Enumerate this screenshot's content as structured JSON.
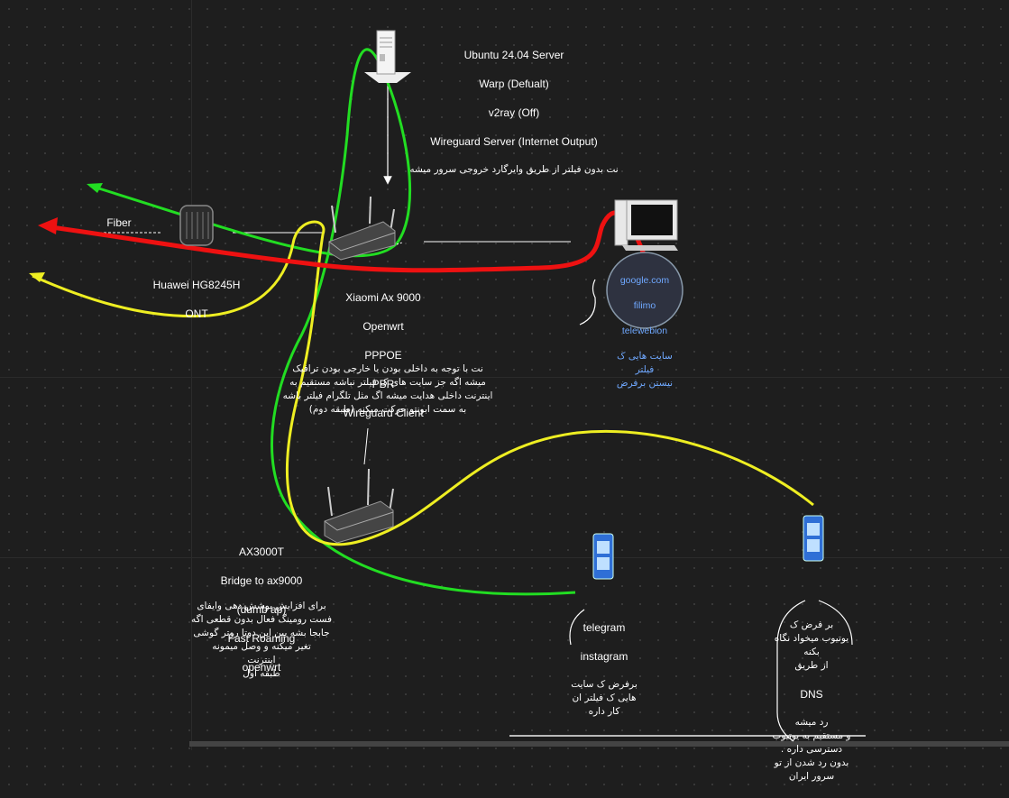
{
  "server": {
    "line1": "Ubuntu 24.04 Server",
    "line2": "Warp (Defualt)",
    "line3": "v2ray (Off)",
    "line4": "Wireguard Server (Internet Output)",
    "note": "نت بدون فیلتر از طریق وایرگارد خروجی سرور میشه"
  },
  "fiber": {
    "label": "Fiber"
  },
  "ont": {
    "line1": "Huawei HG8245H",
    "line2": "ONT"
  },
  "main_router": {
    "line1": "Xiaomi Ax 9000",
    "line2": "Openwrt",
    "line3": "PPPOE",
    "line4": "PBR",
    "line5": "Wireguard Client",
    "note": "نت با توجه به داخلی بودن یا خارجی بودن ترافیک\nمیشه اگه جز سایت های ک فیلتر نباشه مستقیم به\nاینترنت داخلی هدایت میشه اگ مثل تلگرام فیلتر باشه\nبه سمت ابونتو حرکت میکنه (طبقه دوم)"
  },
  "pc": {
    "site1": "google.com",
    "site2": "filimo",
    "site3": "telewebion",
    "note": "سایت هایی ک فیلتر\nنیستن برفرض"
  },
  "ap": {
    "line1": "AX3000T",
    "line2": "Bridge to ax9000",
    "line3": "(dumb ap)",
    "line4": "Fast Roaming",
    "line5": "openwrt",
    "note": "برای افزایش پوشش دهی وایفای\nفست رومینگ فعال بدون قطعی اگه\nجابجا بشه بین این دوتا روتر گوشی\nتغیر میکنه و وصل میمونه\nاینترنت\nطبقه اول"
  },
  "phone1": {
    "line1": "telegram",
    "line2": "instagram",
    "note": "برفرض ک سایت\nهایی ک فیلتر ان\nکار داره"
  },
  "phone2": {
    "note_top": "بر فرض ک\nیوتیوب میخواد نگاه\nبکنه\nاز طریق",
    "dns": "DNS",
    "note_bottom": "رد میشه\nو مستقیم به یوتیوب\nدسترسی داره .\nبدون رد شدن از تو\nسرور ایران"
  },
  "colors": {
    "green": "#22dd22",
    "red": "#ee1111",
    "yellow": "#eeee22",
    "white": "#ffffff",
    "link": "#6fa8ff"
  },
  "icons": [
    "server-icon",
    "ont-icon",
    "router-icon",
    "pc-icon",
    "ap-router-icon",
    "phone-icon"
  ]
}
